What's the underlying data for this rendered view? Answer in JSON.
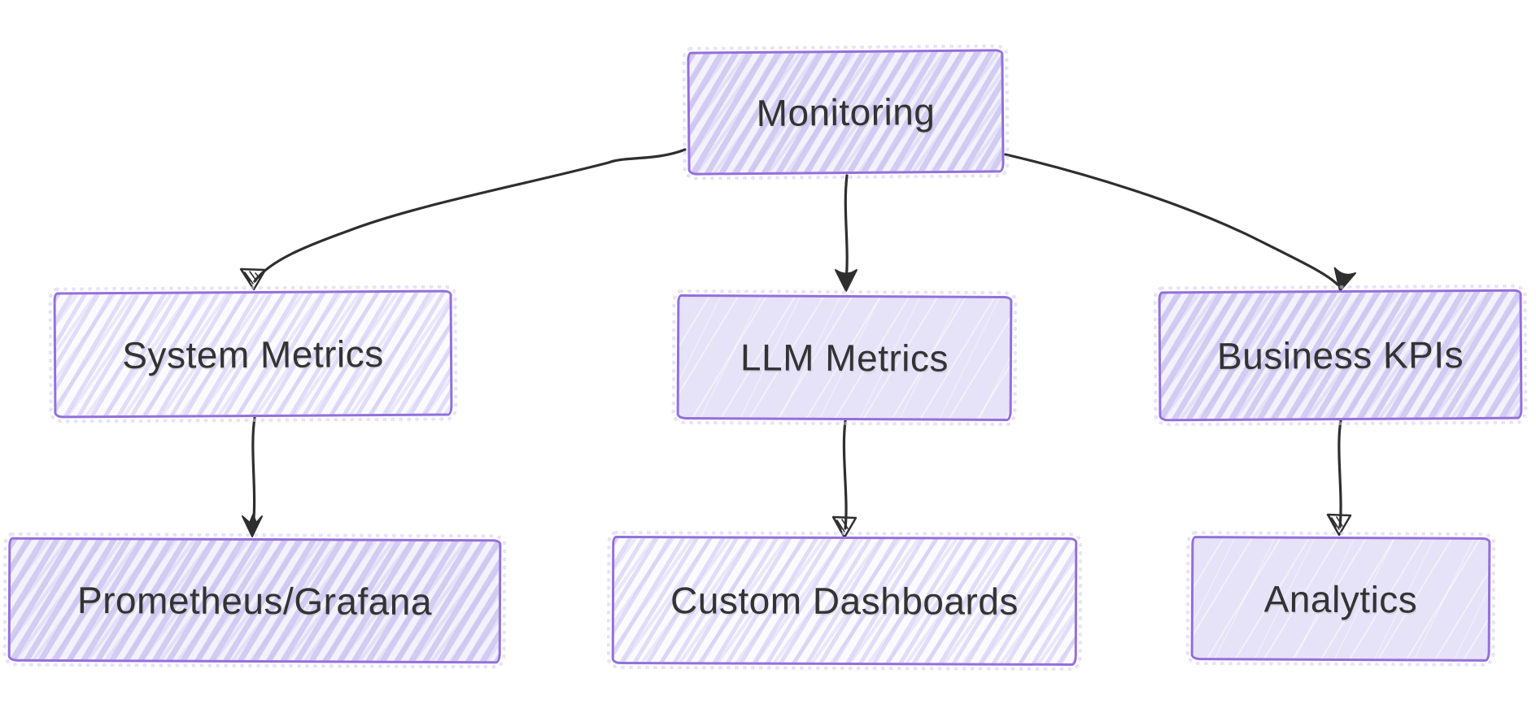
{
  "diagram": {
    "type": "flowchart",
    "direction": "top-down",
    "style": "hand-drawn-sketch",
    "nodes": [
      {
        "id": "monitoring",
        "label": "Monitoring"
      },
      {
        "id": "system-metrics",
        "label": "System Metrics"
      },
      {
        "id": "llm-metrics",
        "label": "LLM Metrics"
      },
      {
        "id": "business-kpis",
        "label": "Business KPIs"
      },
      {
        "id": "prometheus-grafana",
        "label": "Prometheus/Grafana"
      },
      {
        "id": "custom-dashboards",
        "label": "Custom Dashboards"
      },
      {
        "id": "analytics",
        "label": "Analytics"
      }
    ],
    "edges": [
      {
        "from": "Monitoring",
        "to": "System Metrics"
      },
      {
        "from": "Monitoring",
        "to": "LLM Metrics"
      },
      {
        "from": "Monitoring",
        "to": "Business KPIs"
      },
      {
        "from": "System Metrics",
        "to": "Prometheus/Grafana"
      },
      {
        "from": "LLM Metrics",
        "to": "Custom Dashboards"
      },
      {
        "from": "Business KPIs",
        "to": "Analytics"
      }
    ],
    "colors": {
      "background": "#ffffff",
      "node_border": "#9370DB",
      "node_fill_hatch": "#dcd7f3",
      "node_fill_solid": "#e6e2f8",
      "text": "#333333",
      "arrow": "#2e2e2e"
    }
  }
}
